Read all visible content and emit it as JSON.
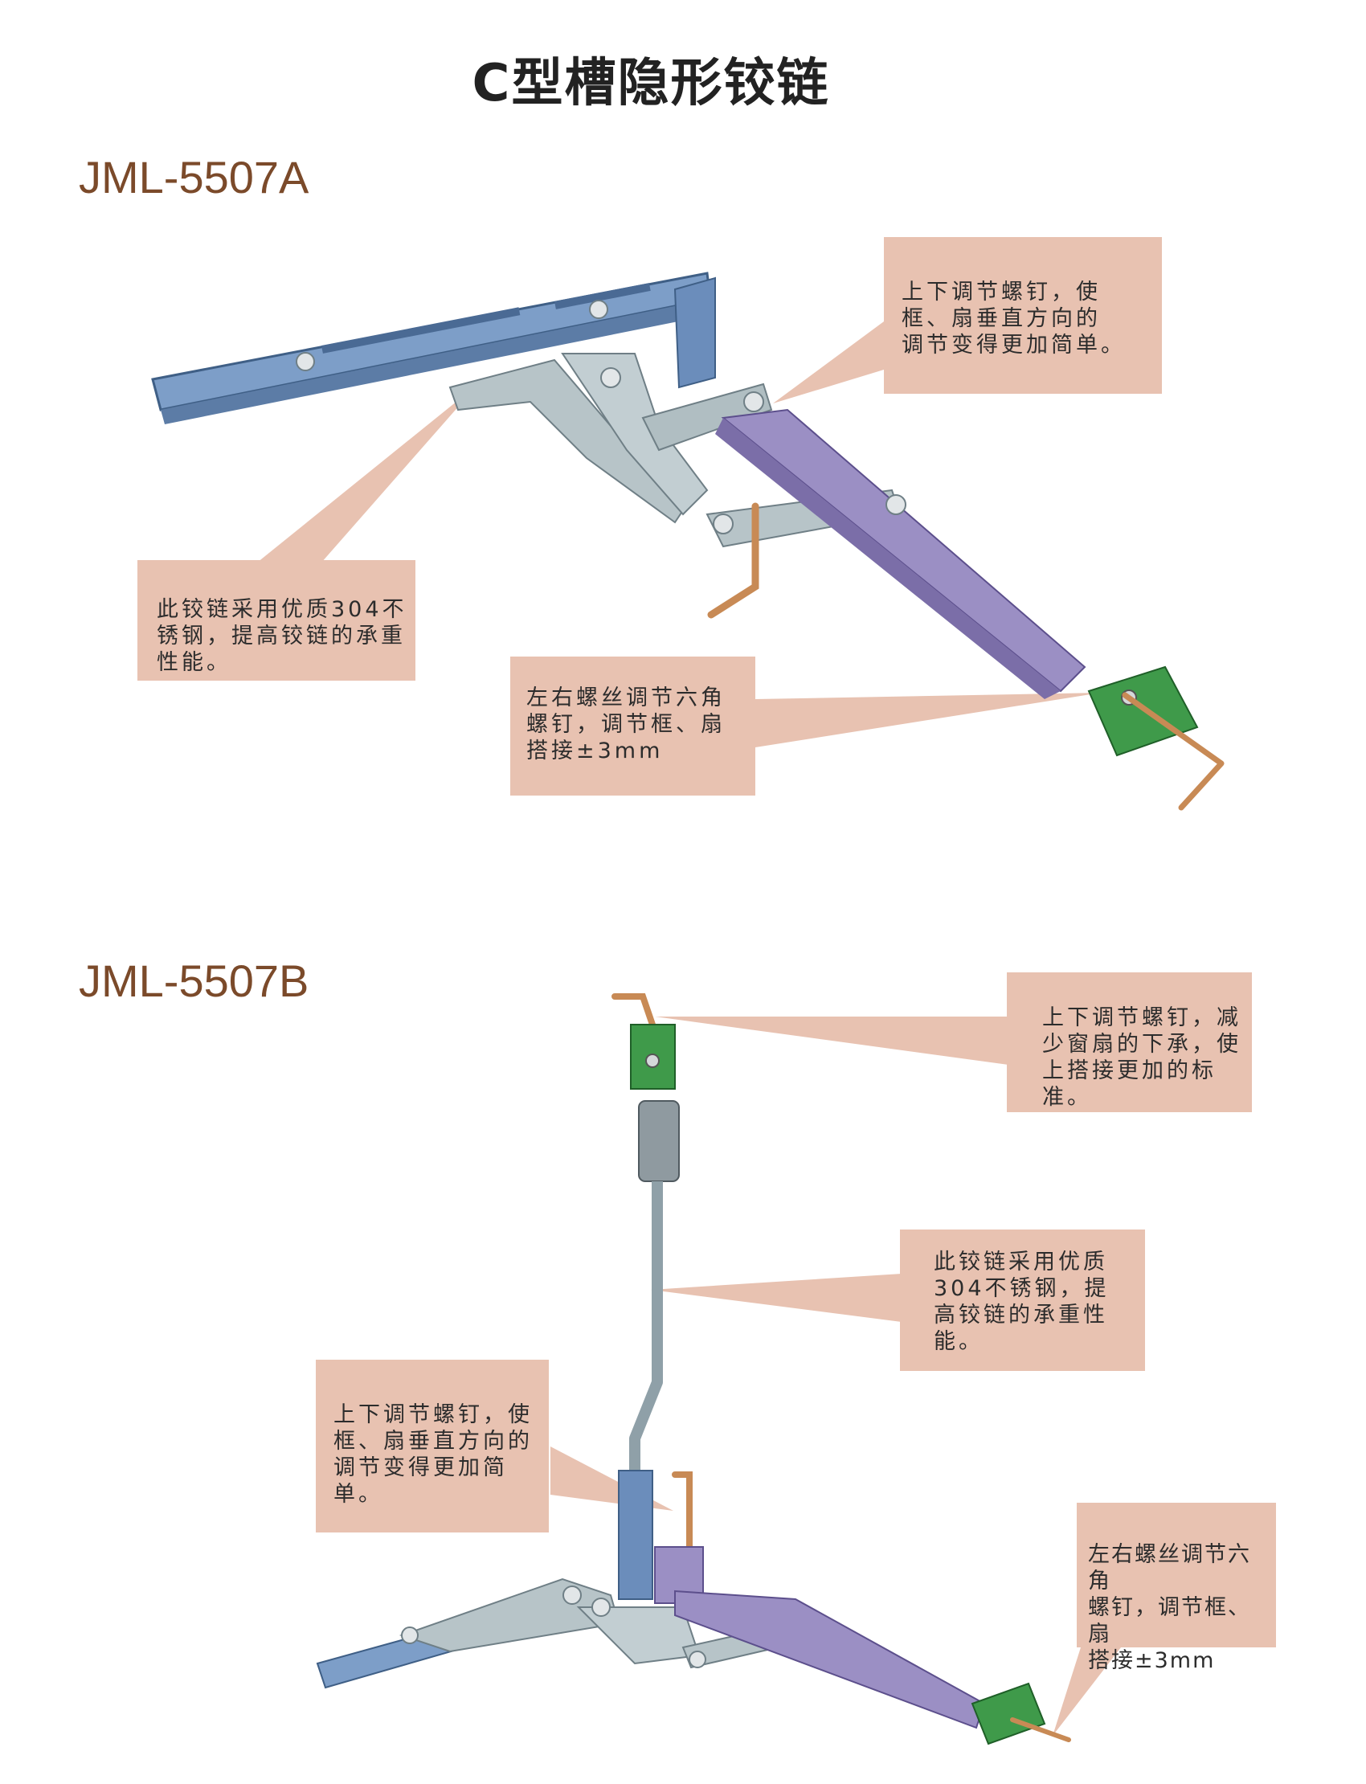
{
  "page": {
    "title": "C型槽隐形铰链"
  },
  "product_a": {
    "model": "JML-5507A",
    "callouts": [
      "上下调节螺钉，使\n框、扇垂直方向的\n调节变得更加简单。",
      "此铰链采用优质304不\n锈钢，提高铰链的承重\n性能。",
      "左右螺丝调节六角\n螺钉，调节框、扇\n搭接±3mm"
    ]
  },
  "product_b": {
    "model": "JML-5507B",
    "callouts": [
      "上下调节螺钉，减\n少窗扇的下承，使\n上搭接更加的标准。",
      "此铰链采用优质\n304不锈钢，提\n高铰链的承重性\n能。",
      "上下调节螺钉，使\n框、扇垂直方向的\n调节变得更加简单。",
      "左右螺丝调节六角\n螺钉，调节框、扇\n搭接±3mm"
    ]
  },
  "colors": {
    "callout_bg": "#e8c2b1",
    "model_text": "#7b4a2a",
    "arm_blue": "#7d9ec8",
    "arm_gray": "#b7c4c8",
    "arm_purple": "#9b8fc4",
    "block_green": "#3f9a4a",
    "wrench_copper": "#c88a55"
  }
}
